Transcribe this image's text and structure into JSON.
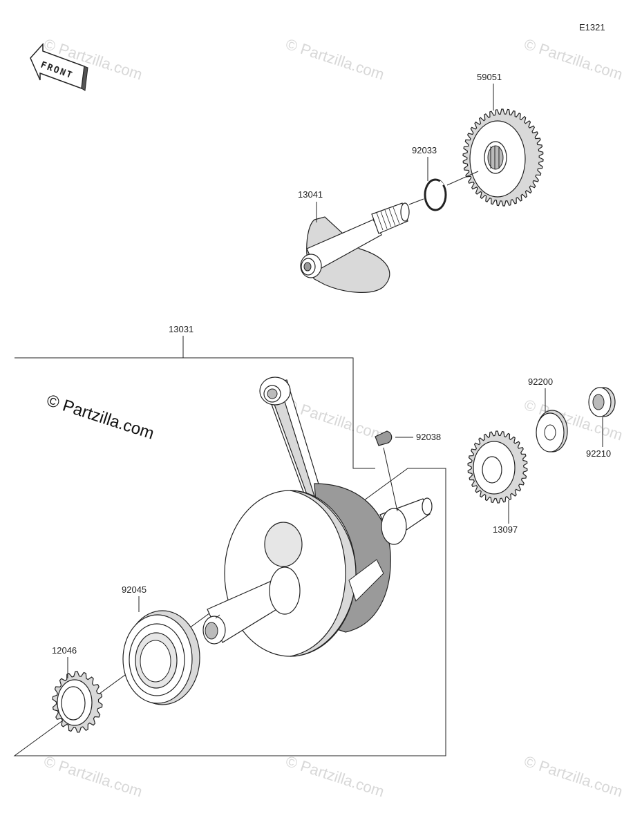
{
  "diagram": {
    "code": "E1321",
    "front_label": "FRONT",
    "watermark": "© Partzilla.com",
    "brand": "© Partzilla.com",
    "parts": [
      {
        "id": "p59051",
        "number": "59051",
        "name": "gear"
      },
      {
        "id": "p92033",
        "number": "92033",
        "name": "snap-ring"
      },
      {
        "id": "p13041",
        "number": "13041",
        "name": "balancer-shaft"
      },
      {
        "id": "p13031",
        "number": "13031",
        "name": "crankshaft-assembly"
      },
      {
        "id": "p92038",
        "number": "92038",
        "name": "key"
      },
      {
        "id": "p92200",
        "number": "92200",
        "name": "washer"
      },
      {
        "id": "p92210",
        "number": "92210",
        "name": "nut"
      },
      {
        "id": "p13097",
        "number": "13097",
        "name": "gear"
      },
      {
        "id": "p92045",
        "number": "92045",
        "name": "ball-bearing"
      },
      {
        "id": "p12046",
        "number": "12046",
        "name": "sprocket"
      }
    ]
  }
}
